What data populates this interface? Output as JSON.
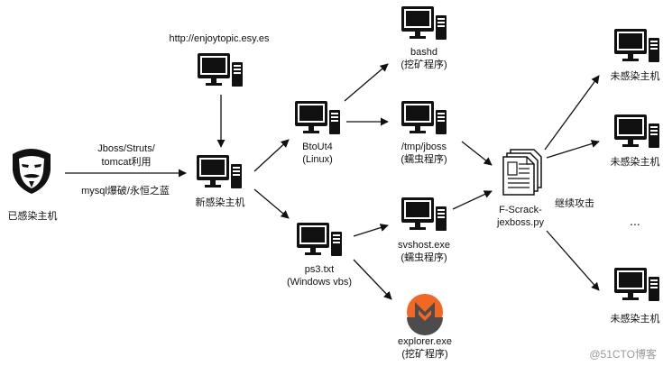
{
  "nodes": {
    "infected": {
      "label": "已感染主机",
      "icon": "anonymous-mask-icon"
    },
    "url": {
      "label": "http://enjoytopic.esy.es",
      "icon": "computer-icon"
    },
    "new_infected": {
      "label": "新感染主机",
      "icon": "computer-icon"
    },
    "btout4": {
      "label": "BtoUt4",
      "sub": "(Linux)",
      "icon": "computer-icon"
    },
    "ps3": {
      "label": "ps3.txt",
      "sub": "(Windows vbs)",
      "icon": "computer-icon"
    },
    "bashd": {
      "label": "bashd",
      "sub": "(挖矿程序)",
      "icon": "computer-icon"
    },
    "tmp_jboss": {
      "label": "/tmp/jboss",
      "sub": "(蠕虫程序)",
      "icon": "computer-icon"
    },
    "svshost": {
      "label": "svshost.exe",
      "sub": "(蠕虫程序)",
      "icon": "computer-icon"
    },
    "explorer": {
      "label": "explorer.exe",
      "sub": "(挖矿程序)",
      "icon": "monero-icon"
    },
    "fscrack": {
      "label": "F-Scrack-",
      "sub": "jexboss.py",
      "icon": "document-icon"
    },
    "target1": {
      "label": "未感染主机",
      "icon": "computer-icon"
    },
    "target2": {
      "label": "未感染主机",
      "icon": "computer-icon"
    },
    "target3": {
      "label": "未感染主机",
      "icon": "computer-icon"
    },
    "ellipsis": {
      "label": "..."
    }
  },
  "edge_labels": {
    "exploit_top": "Jboss/Struts/",
    "exploit_mid": "tomcat利用",
    "exploit_bottom": "mysql爆破/永恒之蓝",
    "continue_attack": "继续攻击"
  },
  "watermark": "@51CTO博客",
  "colors": {
    "line": "#111111",
    "monero_orange": "#f26822",
    "monero_gray": "#4c4c4c",
    "screen": "#111111"
  }
}
